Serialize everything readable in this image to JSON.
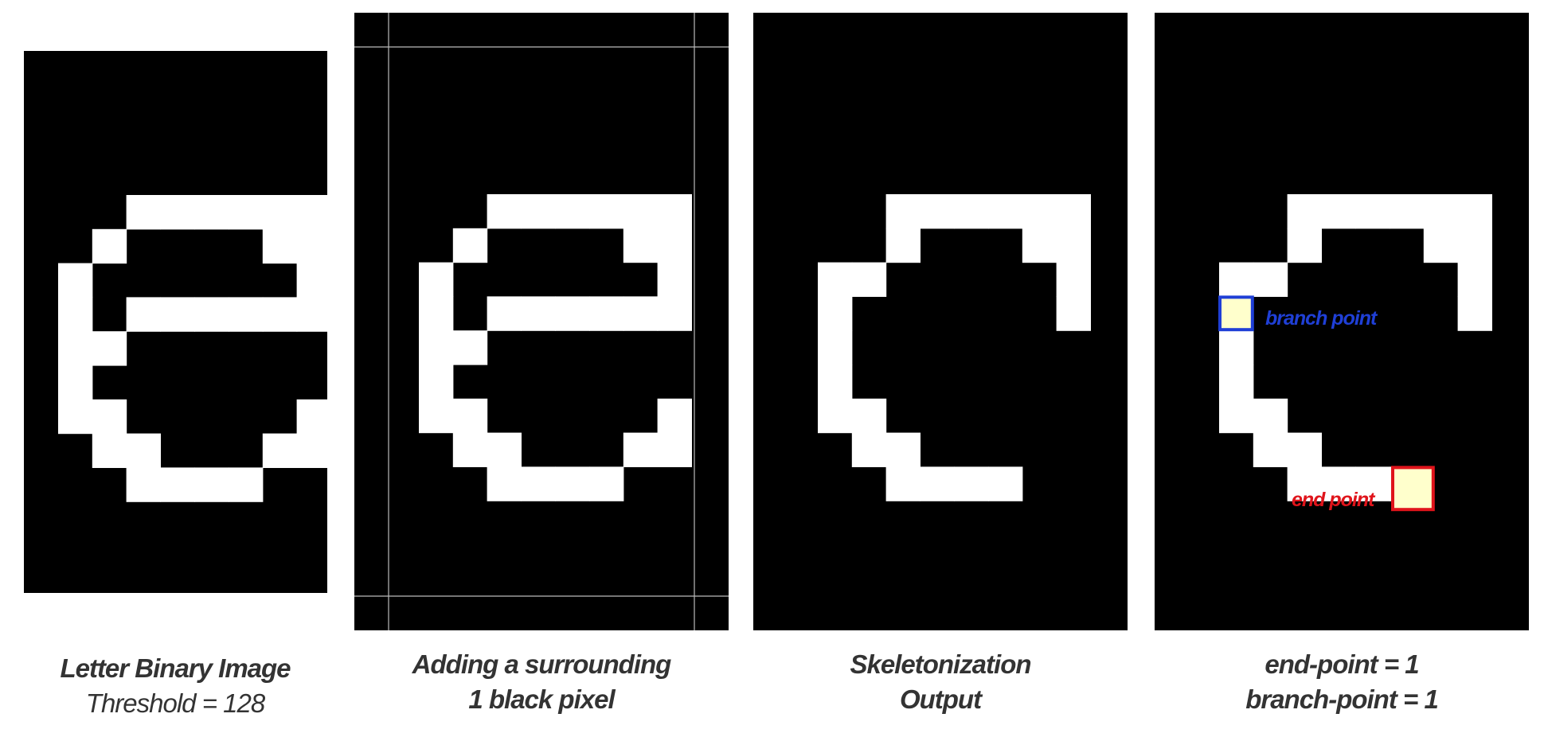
{
  "colors": {
    "background": "#ffffff",
    "panel": "#000000",
    "pixel_on": "#ffffff",
    "grid_line": "#bbbbbb",
    "caption_text": "#333333",
    "highlight_fill": "#ffffcc",
    "branch_color": "#1f3fd6",
    "end_color": "#e0141b"
  },
  "panels": [
    {
      "id": "binary",
      "caption_lines": [
        "Letter Binary Image",
        "Threshold = 128"
      ],
      "letter_bitmap": [
        "..######.",
        ".#....##.",
        "#......#.",
        "#.######.",
        "##.......",
        "#........",
        "##.....#.",
        ".##...##.",
        "..####..."
      ]
    },
    {
      "id": "padded",
      "caption_lines": [
        "Adding a surrounding",
        "1 black pixel"
      ],
      "letter_bitmap": [
        "..######.",
        ".#....##.",
        "#......#.",
        "#.######.",
        "##.......",
        "#........",
        "##.....#.",
        ".##...##.",
        "..####..."
      ]
    },
    {
      "id": "skeleton",
      "caption_lines": [
        "Skeletonization",
        "Output"
      ],
      "letter_bitmap": [
        "..######.",
        "..#...##.",
        "##.....#.",
        "#......#.",
        "#........",
        "#........",
        "##.......",
        ".##......",
        "..####..."
      ]
    },
    {
      "id": "points",
      "caption_lines": [
        "end-point = 1",
        "branch-point = 1"
      ],
      "letter_bitmap": [
        "..######.",
        "..#...##.",
        "##.....#.",
        "#......#.",
        "#........",
        "#........",
        "##.......",
        ".##......",
        "..####..."
      ],
      "branch_label": "branch point",
      "end_label": "end point"
    }
  ]
}
